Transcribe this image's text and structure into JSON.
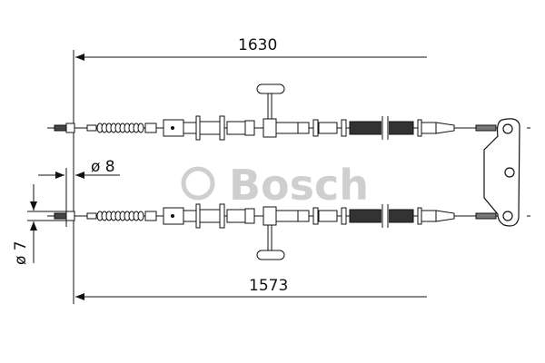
{
  "dimensions": {
    "overall_length_top": "1630",
    "overall_length_bottom": "1573",
    "diameter_end": "ø 8",
    "diameter_cable": "ø 7"
  },
  "watermark": {
    "symbol": "©",
    "brand": "Bosch"
  },
  "colors": {
    "line": "#111111",
    "watermark": "#cfcfcf"
  }
}
